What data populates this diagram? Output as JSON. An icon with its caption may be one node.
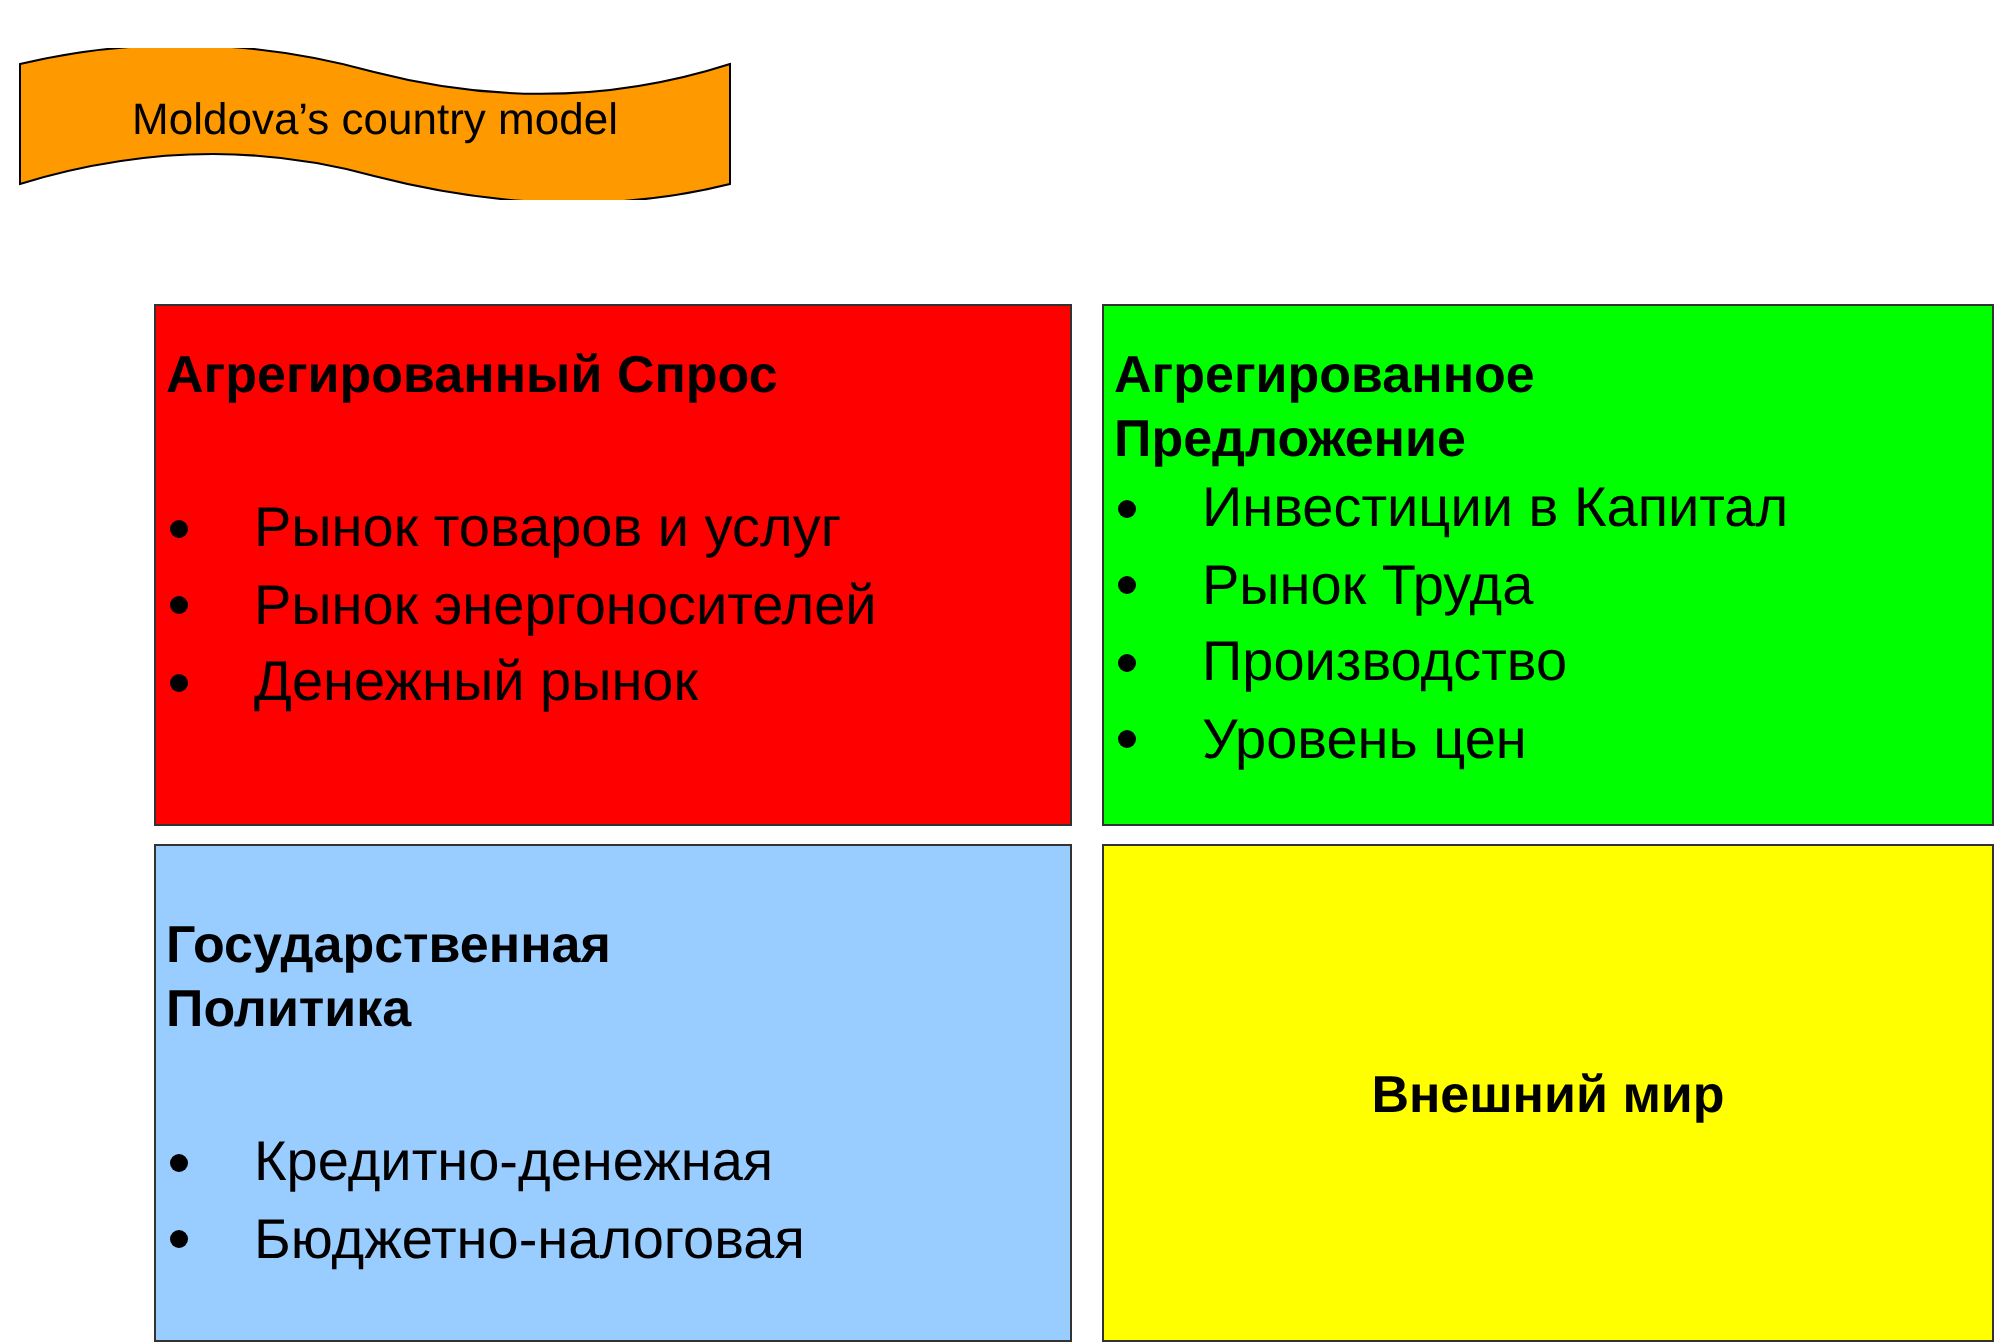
{
  "diagram": {
    "nodes": [
      {
        "text": [
          "Moldova’s country model"
        ]
      },
      {
        "text": [
          "Агрегированный Спрос",
          "Рынок товаров и услуг",
          "Рынок энергоносителей",
          "Денежный рынок"
        ]
      },
      {
        "text": [
          "Агрегированное Предложение",
          "Инвестиции в Капитал",
          "Рынок Труда",
          "Производство",
          "Уровень цен"
        ]
      },
      {
        "text": [
          "Государственная Политика",
          "Кредитно-денежная",
          "Бюджетно-налоговая"
        ]
      },
      {
        "text": [
          "Внешний мир"
        ]
      }
    ]
  }
}
